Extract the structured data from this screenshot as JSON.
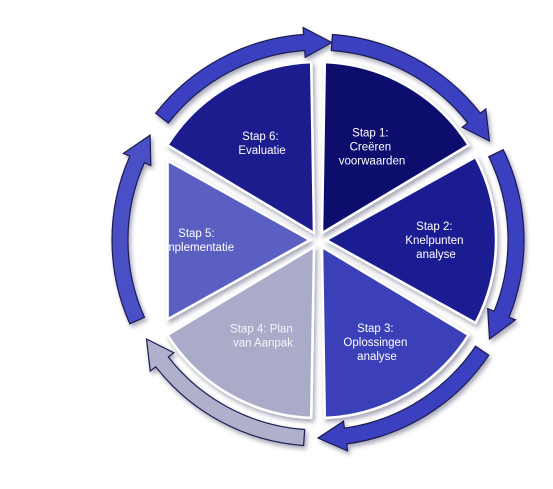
{
  "diagram": {
    "type": "cycle",
    "direction": "clockwise",
    "steps": [
      {
        "lines": [
          "Stap 1:",
          "Creëren",
          "voorwaarden"
        ],
        "color": "#0d0d6e"
      },
      {
        "lines": [
          "Stap 2:",
          "Knelpunten",
          "analyse"
        ],
        "color": "#1a1a92"
      },
      {
        "lines": [
          "Stap 3:",
          "Oplossingen",
          "analyse"
        ],
        "color": "#3b3fb8"
      },
      {
        "lines": [
          "Stap 4: Plan",
          "van Aanpak"
        ],
        "color": "#a9abc9"
      },
      {
        "lines": [
          "Stap 5:",
          "Implementatie"
        ],
        "color": "#5b5fc2"
      },
      {
        "lines": [
          "Stap 6:",
          "Evaluatie"
        ],
        "color": "#1f1f8e"
      }
    ],
    "arrow_colors": [
      "#3a3fc0",
      "#3a3fc0",
      "#3a3fc0",
      "#aeb0cc",
      "#4a4fc4",
      "#3a3fc0"
    ],
    "outline_color": "#1c1c50"
  }
}
